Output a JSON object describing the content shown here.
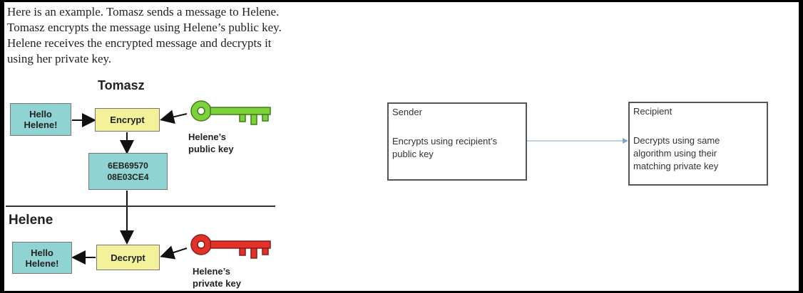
{
  "intro_lines": [
    "Here is an example. Tomasz sends a message to Helene.",
    "Tomasz encrypts the message using Helene’s public key.",
    "Helene receives the encrypted message and decrypts it",
    "using her private key."
  ],
  "left_diagram": {
    "sender_name": "Tomasz",
    "receiver_name": "Helene",
    "plaintext_top": [
      "Hello",
      "Helene!"
    ],
    "encrypt_label": "Encrypt",
    "ciphertext": [
      "6EB69570",
      "08E03CE4"
    ],
    "public_key_label": [
      "Helene’s",
      "public key"
    ],
    "decrypt_label": "Decrypt",
    "plaintext_bottom": [
      "Hello",
      "Helene!"
    ],
    "private_key_label": [
      "Helene’s",
      "private key"
    ],
    "colors": {
      "public_key": "#7dd13b",
      "private_key": "#e0322b",
      "message_box": "#8fd4d2",
      "process_box": "#f3f29a"
    }
  },
  "right_diagram": {
    "sender": {
      "title": "Sender",
      "desc": [
        "Encrypts using recipient’s",
        "public key"
      ]
    },
    "recipient": {
      "title": "Recipient",
      "desc": [
        "Decrypts using same",
        "algorithm using their",
        "matching private key"
      ]
    },
    "arrow_color": "#7fa6c9"
  }
}
